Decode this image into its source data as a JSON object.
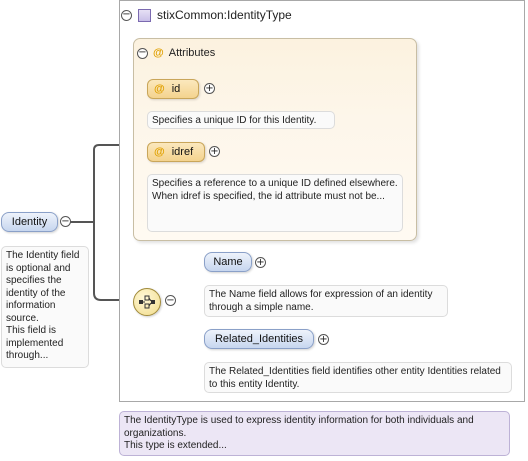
{
  "type_node": {
    "title": "stixCommon:IdentityType",
    "collapse_symbol": "⊖",
    "doc": "The IdentityType is used to express identity information for both individuals and organizations.\nThis type is extended..."
  },
  "attributes": {
    "title": "Attributes",
    "at_symbol": "@",
    "items": [
      {
        "name": "id",
        "doc": "Specifies a unique ID for this Identity."
      },
      {
        "name": "idref",
        "doc": "Specifies a reference to a unique ID defined elsewhere.\nWhen idref is specified, the id attribute must not be..."
      }
    ]
  },
  "root_element": {
    "name": "Identity",
    "doc": "The Identity field is optional and specifies the identity of the information source.\nThis field is implemented through..."
  },
  "children": [
    {
      "name": "Name",
      "doc": "The Name field allows for expression of an identity through a simple name."
    },
    {
      "name": "Related_Identities",
      "doc": "The Related_Identities field identifies other entity Identities related to this entity Identity."
    }
  ],
  "symbols": {
    "expand": "+",
    "collapse": "−"
  },
  "colors": {
    "attribute_fill": "#f4d38e",
    "element_fill": "#c7d6ef",
    "type_doc_fill": "#ece6f5",
    "connector": "#555555"
  }
}
